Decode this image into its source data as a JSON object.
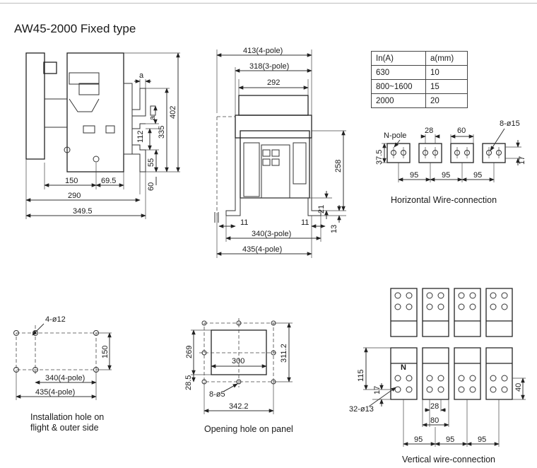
{
  "title": "AW45-2000  Fixed type",
  "side_view": {
    "dims": {
      "a": "a",
      "a2": "a",
      "d402": "402",
      "d335": "335",
      "d112": "112",
      "d55": "55",
      "d60": "60",
      "d150": "150",
      "d69_5": "69.5",
      "d290": "290",
      "d349_5": "349.5"
    }
  },
  "front_view": {
    "dims": {
      "w413": "413(4-pole)",
      "w318": "318(3-pole)",
      "w292": "292",
      "h258": "258",
      "d21": "21",
      "d13": "13",
      "d11a": "11",
      "d11b": "11",
      "w340": "340(3-pole)",
      "w435": "435(4-pole)"
    }
  },
  "table": {
    "headers": [
      "In(A)",
      "a(mm)"
    ],
    "rows": [
      [
        "630",
        "10"
      ],
      [
        "800~1600",
        "15"
      ],
      [
        "2000",
        "20"
      ]
    ]
  },
  "horizontal": {
    "npole": "N-pole",
    "d28": "28",
    "d60": "60",
    "holes": "8-ø15",
    "d37_5": "37.5",
    "d17": "17",
    "p95a": "95",
    "p95b": "95",
    "p95c": "95",
    "caption": "Horizontal Wire-connection"
  },
  "install": {
    "holes": "4-ø12",
    "d150": "150",
    "w340": "340(4-pole)",
    "w435": "435(4-pole)",
    "caption1": "Installation hole on",
    "caption2": "flight & outer side"
  },
  "panel": {
    "d269": "269",
    "d300": "300",
    "d311_2": "311.2",
    "d28_5": "28.5",
    "holes": "8-ø5",
    "d342_2": "342.2",
    "caption": "Opening hole on panel"
  },
  "vertical": {
    "npole": "N",
    "d115": "115",
    "d17": "17",
    "d40": "40",
    "holes": "32-ø13",
    "d28": "28",
    "d80": "80",
    "p95a": "95",
    "p95b": "95",
    "p95c": "95",
    "caption": "Vertical wire-connection"
  }
}
